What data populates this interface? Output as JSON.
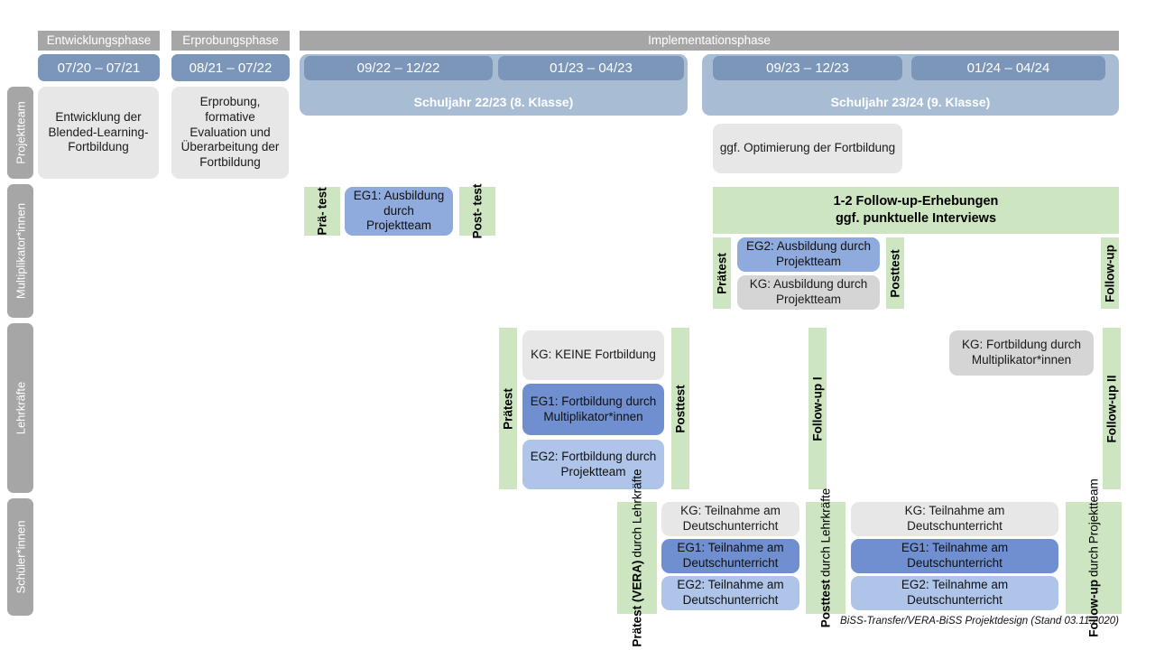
{
  "figure": {
    "footer": "BiSS-Transfer/VERA-BiSS Projektdesign (Stand 03.11.2020)"
  },
  "colors": {
    "phase_header": "#a6a6a6",
    "date_chip": "#7b96b8",
    "year_band": "#a8bcd4",
    "row_label": "#a6a6a6",
    "grey_box": "#e7e7e7",
    "grey_box_mid": "#d5d5d5",
    "blue_dark": "#6f8fd0",
    "blue_mid": "#8faadc",
    "blue_light": "#aec4e8",
    "green": "#cde5c0"
  },
  "phases": [
    {
      "label": "Entwicklungsphase"
    },
    {
      "label": "Erprobungsphase"
    },
    {
      "label": "Implementationsphase"
    }
  ],
  "periods": [
    {
      "label": "07/20 – 07/21"
    },
    {
      "label": "08/21 – 07/22"
    },
    {
      "label": "09/22 – 12/22"
    },
    {
      "label": "01/23 – 04/23"
    },
    {
      "label": "09/23 – 12/23"
    },
    {
      "label": "01/24 – 04/24"
    }
  ],
  "school_years": [
    {
      "label": "Schuljahr 22/23 (8. Klasse)"
    },
    {
      "label": "Schuljahr 23/24 (9. Klasse)"
    }
  ],
  "rows": [
    {
      "label": "Projektteam"
    },
    {
      "label": "Multiplikator*innen"
    },
    {
      "label": "Lehrkräfte"
    },
    {
      "label": "Schüler*innen"
    }
  ],
  "projektteam": {
    "entwicklung": "Entwicklung der Blended-Learning-Fortbildung",
    "erprobung": "Erprobung, formative Evaluation und Überarbeitung der Fortbildung",
    "optimierung": "ggf. Optimierung der Fortbildung"
  },
  "multiplikatoren": {
    "pretest_line1": "Prä-",
    "pretest_line2": "test",
    "posttest_line1": "Post-",
    "posttest_line2": "test",
    "eg1": "EG1: Ausbildung durch Projektteam",
    "followup_banner_line1": "1-2 Follow-up-Erhebungen",
    "followup_banner_line2": "ggf. punktuelle Interviews",
    "pretest2": "Prätest",
    "posttest2": "Posttest",
    "followup": "Follow-up",
    "eg2": "EG2: Ausbildung durch Projektteam",
    "kg": "KG: Ausbildung durch Projektteam"
  },
  "lehrkraefte": {
    "pretest": "Prätest",
    "posttest": "Posttest",
    "followup1": "Follow-up I",
    "followup2": "Follow-up II",
    "kg_keine": "KG:  KEINE Fortbildung",
    "eg1": "EG1: Fortbildung durch Multiplikator*innen",
    "eg2": "EG2: Fortbildung durch Projektteam",
    "kg_mult": "KG: Fortbildung durch Multiplikator*innen"
  },
  "schueler": {
    "pretest_main": "Prätest (VERA)",
    "pretest_sub": "durch Lehrkräfte",
    "posttest_main": "Posttest",
    "posttest_sub": "durch Lehrkräfte",
    "followup_main": "Follow-up",
    "followup_sub1": "durch",
    "followup_sub2": "Projektteam",
    "kg": "KG: Teilnahme am Deutschunterricht",
    "eg1": "EG1: Teilnahme am Deutschunterricht",
    "eg2": "EG2: Teilnahme am Deutschunterricht"
  }
}
